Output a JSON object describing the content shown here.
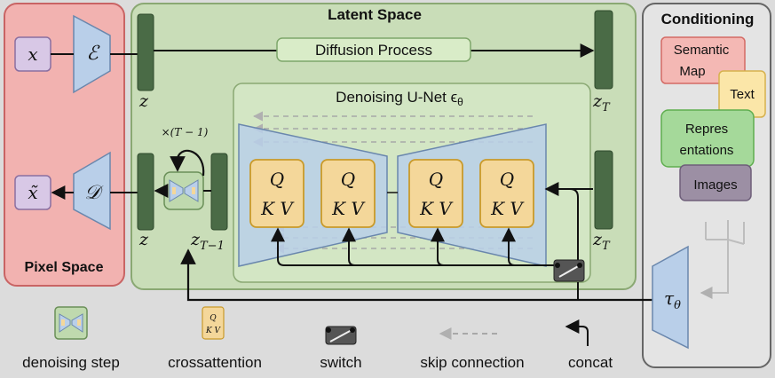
{
  "title": "Latent Space",
  "pixel_space": {
    "label": "Pixel Space",
    "x": "x",
    "x_tilde": "x̃",
    "encoder": "ℰ",
    "decoder": "𝒟"
  },
  "latent": {
    "z_top": "z",
    "z_bottom": "z",
    "z_T_top": "z",
    "z_T_top_sub": "T",
    "z_T_mid": "z",
    "z_T_mid_sub": "T",
    "z_T_minus_1": "z",
    "z_T_minus_1_sub": "T−1",
    "loop_label": "×(T − 1)",
    "diffusion_process": "Diffusion Process",
    "unet_title": "Denoising U-Net ϵ",
    "unet_title_sub": "θ"
  },
  "crossattention_blocks": [
    {
      "q": "Q",
      "kv": "K V"
    },
    {
      "q": "Q",
      "kv": "K V"
    },
    {
      "q": "Q",
      "kv": "K V"
    },
    {
      "q": "Q",
      "kv": "K V"
    }
  ],
  "conditioning": {
    "title": "Conditioning",
    "semantic_map": [
      "Semantic",
      "Map"
    ],
    "text": "Text",
    "representations": [
      "Repres",
      "entations"
    ],
    "images": "Images",
    "tau": "τ",
    "tau_sub": "θ"
  },
  "legend": {
    "denoising_step": "denoising step",
    "crossattention": "crossattention",
    "switch": "switch",
    "skip_connection": "skip connection",
    "concat": "concat",
    "mini_q": "Q",
    "mini_kv": "K V"
  },
  "colors": {
    "pixel_bg": "#f2b2b0",
    "latent_bg": "#c9ddb8",
    "unet_bg": "#d3e6c4",
    "encoder_fill": "#b9cfe9",
    "feature_bar": "#4a6b46",
    "qkv_fill": "#f4d79a",
    "qkv_border": "#c99a2a",
    "cond_semantic": "#f4b8b4",
    "cond_text": "#fbe6a8",
    "cond_repr": "#a5d99a",
    "cond_images": "#9c8fa4"
  }
}
